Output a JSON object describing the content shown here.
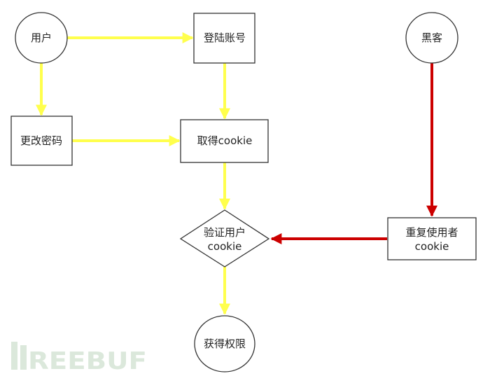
{
  "diagram": {
    "nodes": {
      "user": "用户",
      "login": "登陆账号",
      "hacker": "黑客",
      "change_pwd": "更改密码",
      "get_cookie": "取得cookie",
      "verify_line1": "验证用户",
      "verify_line2": "cookie",
      "replay_line1": "重复使用者",
      "replay_line2": "cookie",
      "gain": "获得权限"
    },
    "colors": {
      "normal_flow": "#ffff4d",
      "attack_flow": "#cc0000",
      "stroke": "#333333"
    }
  },
  "watermark": {
    "text": "REEBUF"
  }
}
